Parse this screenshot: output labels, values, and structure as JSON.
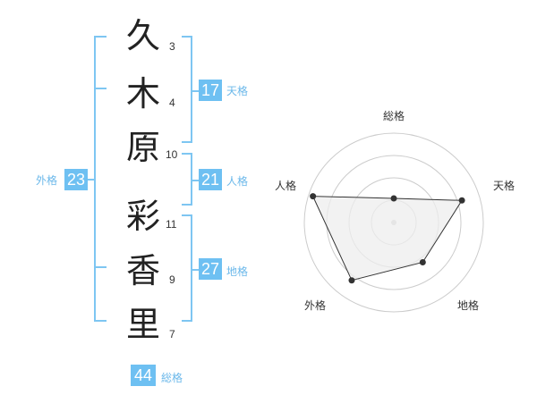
{
  "name_chars": [
    {
      "char": "久",
      "strokes": "3"
    },
    {
      "char": "木",
      "strokes": "4"
    },
    {
      "char": "原",
      "strokes": "10"
    },
    {
      "char": "彩",
      "strokes": "11"
    },
    {
      "char": "香",
      "strokes": "9"
    },
    {
      "char": "里",
      "strokes": "7"
    }
  ],
  "kaku": {
    "tenkaku": {
      "label": "天格",
      "value": "17"
    },
    "jinkaku": {
      "label": "人格",
      "value": "21"
    },
    "chikaku": {
      "label": "地格",
      "value": "27"
    },
    "gaikaku": {
      "label": "外格",
      "value": "23"
    },
    "soukaku": {
      "label": "総格",
      "value": "44"
    }
  },
  "radar": {
    "axes": [
      "総格",
      "天格",
      "地格",
      "外格",
      "人格"
    ],
    "values": [
      0.27,
      0.8,
      0.55,
      0.8,
      0.95
    ],
    "levels": 4,
    "colors": {
      "fill": "#eeeeee",
      "line": "#333333",
      "ring": "#cccccc",
      "point": "#333333"
    }
  }
}
